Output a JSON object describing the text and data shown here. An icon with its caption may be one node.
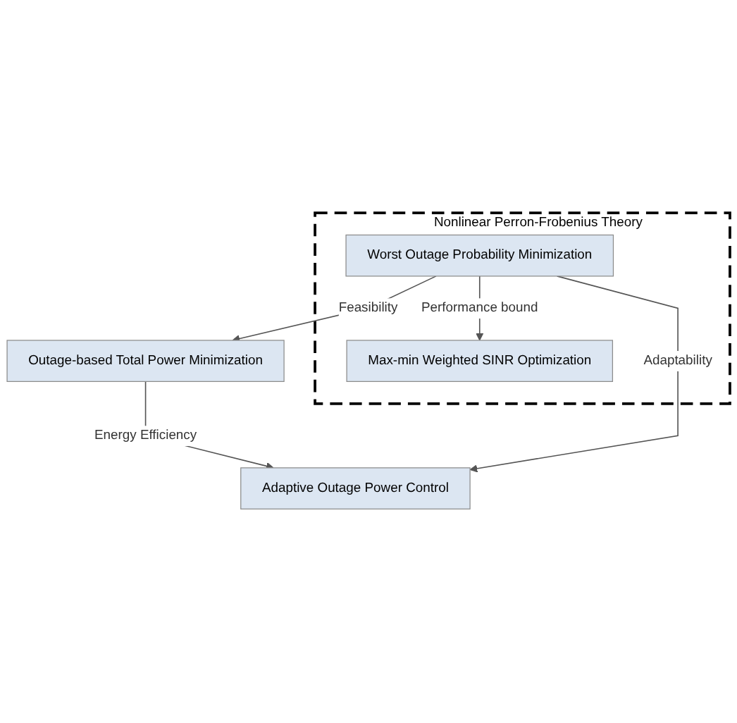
{
  "diagram": {
    "nodes": [
      {
        "text": [
          "Adaptive Outage Power Control"
        ]
      },
      {
        "text": [
          "Outage-based Total Power Minimization"
        ]
      },
      {
        "text": [
          "Nonlinear Perron-Frobenius Theory"
        ]
      },
      {
        "text": [
          "Worst Outage Probability Minimization"
        ],
        "in": 2
      },
      {
        "text": [
          "Max-min Weighted SINR Optimization"
        ],
        "in": 2
      }
    ],
    "edges": [
      {
        "from": 1,
        "to": 0,
        "arrow": "to",
        "label": "Energy Efficiency"
      },
      {
        "from": 3,
        "to": 0,
        "arrow": "to",
        "label": "Adaptability"
      },
      {
        "from": 3,
        "to": 1,
        "arrow": "to",
        "label": "Feasibility"
      },
      {
        "from": 3,
        "to": 4,
        "arrow": "to",
        "label": "Performance bound"
      }
    ]
  }
}
